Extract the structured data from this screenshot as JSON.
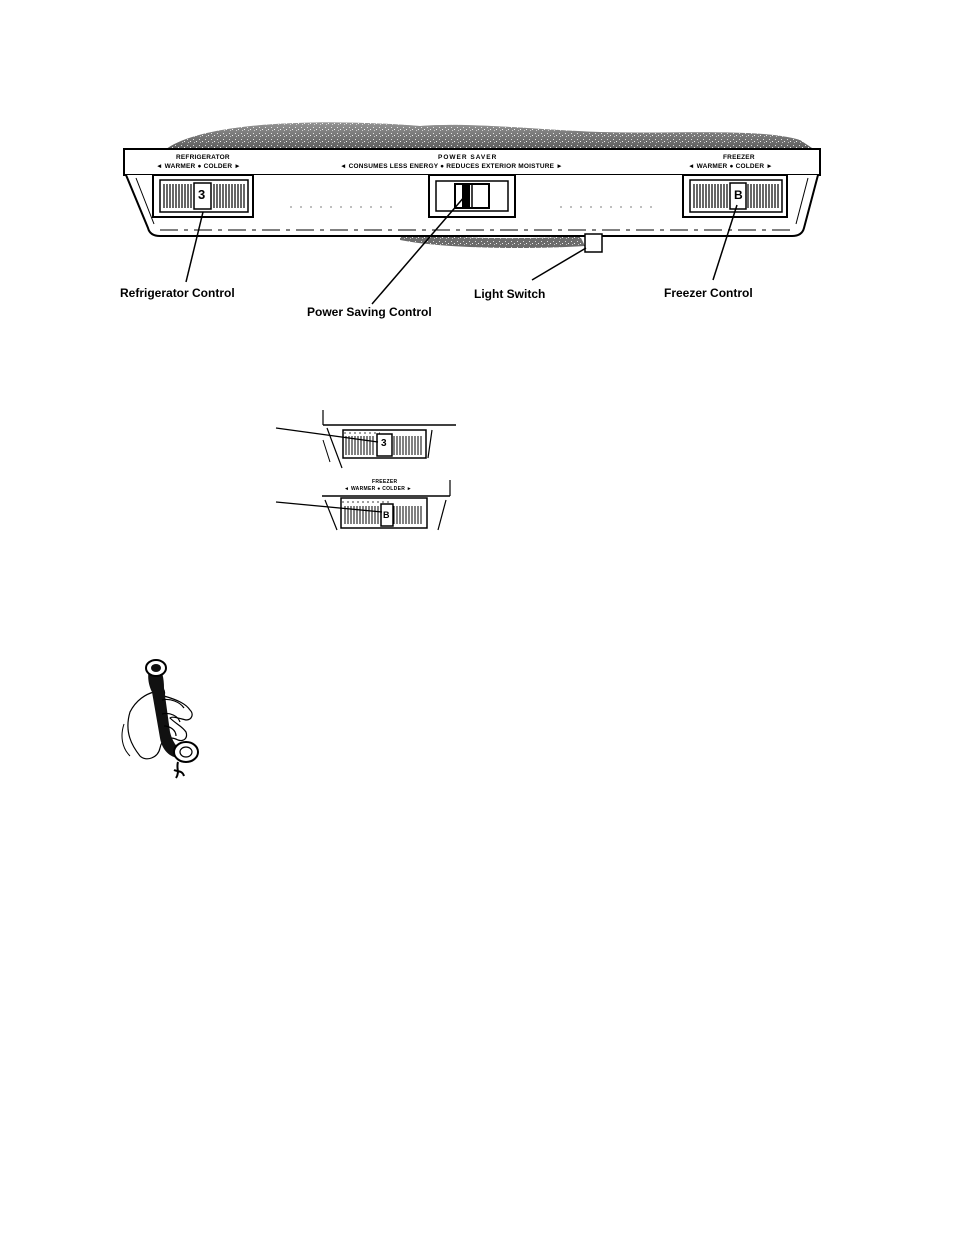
{
  "panel": {
    "refrigerator": {
      "title": "REFRIGERATOR",
      "scale": "◄ WARMER ● COLDER ►",
      "dial_value": "3"
    },
    "power_saver": {
      "title": "POWER SAVER",
      "scale": "◄ CONSUMES LESS ENERGY ● REDUCES EXTERIOR MOISTURE ►"
    },
    "freezer": {
      "title": "FREEZER",
      "scale": "◄ WARMER ● COLDER ►",
      "dial_value": "B"
    }
  },
  "callouts": {
    "refrigerator_control": "Refrigerator Control",
    "power_saving_control": "Power Saving Control",
    "light_switch": "Light Switch",
    "freezer_control": "Freezer Control"
  },
  "detail": {
    "refrigerator_dial_value": "3",
    "freezer_title": "FREEZER",
    "freezer_scale": "◄ WARMER ● COLDER ►",
    "freezer_dial_value": "B"
  },
  "icons": {
    "telephone": "telephone-handset-icon"
  }
}
